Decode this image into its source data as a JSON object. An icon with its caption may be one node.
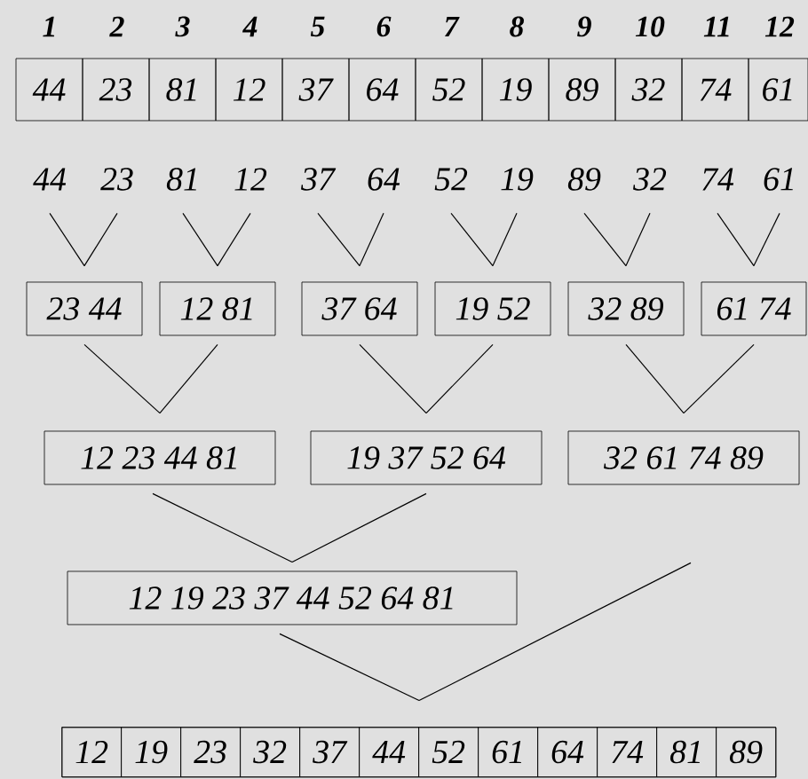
{
  "diagram": {
    "nodes": [
      {
        "text": [
          "44"
        ]
      },
      {
        "text": [
          "23"
        ]
      },
      {
        "text": [
          "81"
        ]
      },
      {
        "text": [
          "12"
        ]
      },
      {
        "text": [
          "37"
        ]
      },
      {
        "text": [
          "64"
        ]
      },
      {
        "text": [
          "52"
        ]
      },
      {
        "text": [
          "19"
        ]
      },
      {
        "text": [
          "89"
        ]
      },
      {
        "text": [
          "32"
        ]
      },
      {
        "text": [
          "74"
        ]
      },
      {
        "text": [
          "61"
        ]
      },
      {
        "text": [
          "44"
        ]
      },
      {
        "text": [
          "23"
        ]
      },
      {
        "text": [
          "81"
        ]
      },
      {
        "text": [
          "12"
        ]
      },
      {
        "text": [
          "37"
        ]
      },
      {
        "text": [
          "64"
        ]
      },
      {
        "text": [
          "52"
        ]
      },
      {
        "text": [
          "19"
        ]
      },
      {
        "text": [
          "89"
        ]
      },
      {
        "text": [
          "32"
        ]
      },
      {
        "text": [
          "74"
        ]
      },
      {
        "text": [
          "61"
        ]
      },
      {
        "text": [
          "23 44"
        ]
      },
      {
        "text": [
          "12 81"
        ]
      },
      {
        "text": [
          "37 64"
        ]
      },
      {
        "text": [
          "19 52"
        ]
      },
      {
        "text": [
          "32 89"
        ]
      },
      {
        "text": [
          "61 74"
        ]
      },
      {
        "text": [
          "12 23 44 81"
        ]
      },
      {
        "text": [
          "19 37 52 64"
        ]
      },
      {
        "text": [
          "32 61 74 89"
        ]
      },
      {
        "text": [
          "12 19 23 37 44 52 64 81"
        ]
      },
      {
        "text": [],
        "shape": "box"
      },
      {
        "text": [
          "12"
        ],
        "in": 34
      },
      {
        "text": [
          "19"
        ],
        "in": 34
      },
      {
        "text": [
          "23"
        ],
        "in": 34
      },
      {
        "text": [
          "32"
        ],
        "in": 34
      },
      {
        "text": [
          "37"
        ],
        "in": 34
      },
      {
        "text": [
          "44"
        ],
        "in": 34
      },
      {
        "text": [
          "52"
        ],
        "in": 34
      },
      {
        "text": [
          "61"
        ],
        "in": 34
      },
      {
        "text": [
          "64"
        ],
        "in": 34
      },
      {
        "text": [
          "74"
        ],
        "in": 34
      },
      {
        "text": [
          "81"
        ],
        "in": 34
      },
      {
        "text": [
          "89"
        ],
        "in": 34
      }
    ],
    "edges": [
      {
        "from": 12,
        "to": 24,
        "arrow": "none"
      },
      {
        "from": 13,
        "to": 24,
        "arrow": "none"
      },
      {
        "from": 14,
        "to": 25,
        "arrow": "none"
      },
      {
        "from": 15,
        "to": 25,
        "arrow": "none"
      },
      {
        "from": 16,
        "to": 26,
        "arrow": "none"
      },
      {
        "from": 17,
        "to": 26,
        "arrow": "none"
      },
      {
        "from": 18,
        "to": 27,
        "arrow": "none"
      },
      {
        "from": 19,
        "to": 27,
        "arrow": "none"
      },
      {
        "from": 20,
        "to": 28,
        "arrow": "none"
      },
      {
        "from": 21,
        "to": 28,
        "arrow": "none"
      },
      {
        "from": 22,
        "to": 29,
        "arrow": "none"
      },
      {
        "from": 23,
        "to": 29,
        "arrow": "none"
      },
      {
        "from": 24,
        "to": 30,
        "arrow": "none"
      },
      {
        "from": 25,
        "to": 30,
        "arrow": "none"
      },
      {
        "from": 26,
        "to": 31,
        "arrow": "none"
      },
      {
        "from": 27,
        "to": 31,
        "arrow": "none"
      },
      {
        "from": 28,
        "to": 32,
        "arrow": "none"
      },
      {
        "from": 29,
        "to": 32,
        "arrow": "none"
      },
      {
        "from": 30,
        "to": 33,
        "arrow": "none"
      },
      {
        "from": 31,
        "to": 33,
        "arrow": "none"
      },
      {
        "from": 33,
        "to": 34,
        "arrow": "none"
      },
      {
        "from": 32,
        "to": 34,
        "arrow": "none"
      }
    ],
    "labels": [
      "1",
      "2",
      "3",
      "4",
      "5",
      "6",
      "7",
      "8",
      "9",
      "10",
      "11",
      "12"
    ]
  }
}
